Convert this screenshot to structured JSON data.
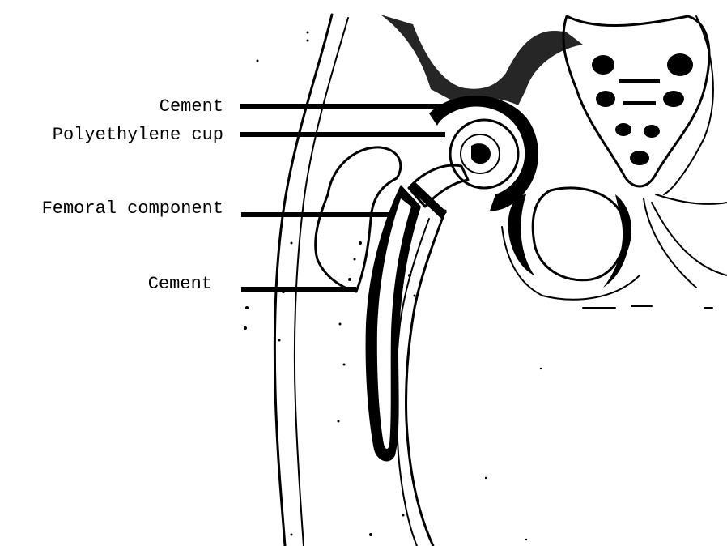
{
  "labels": {
    "cement_top": "Cement",
    "polyethylene_cup": "Polyethylene cup",
    "femoral_component": "Femoral component",
    "cement_bottom": "Cement"
  }
}
